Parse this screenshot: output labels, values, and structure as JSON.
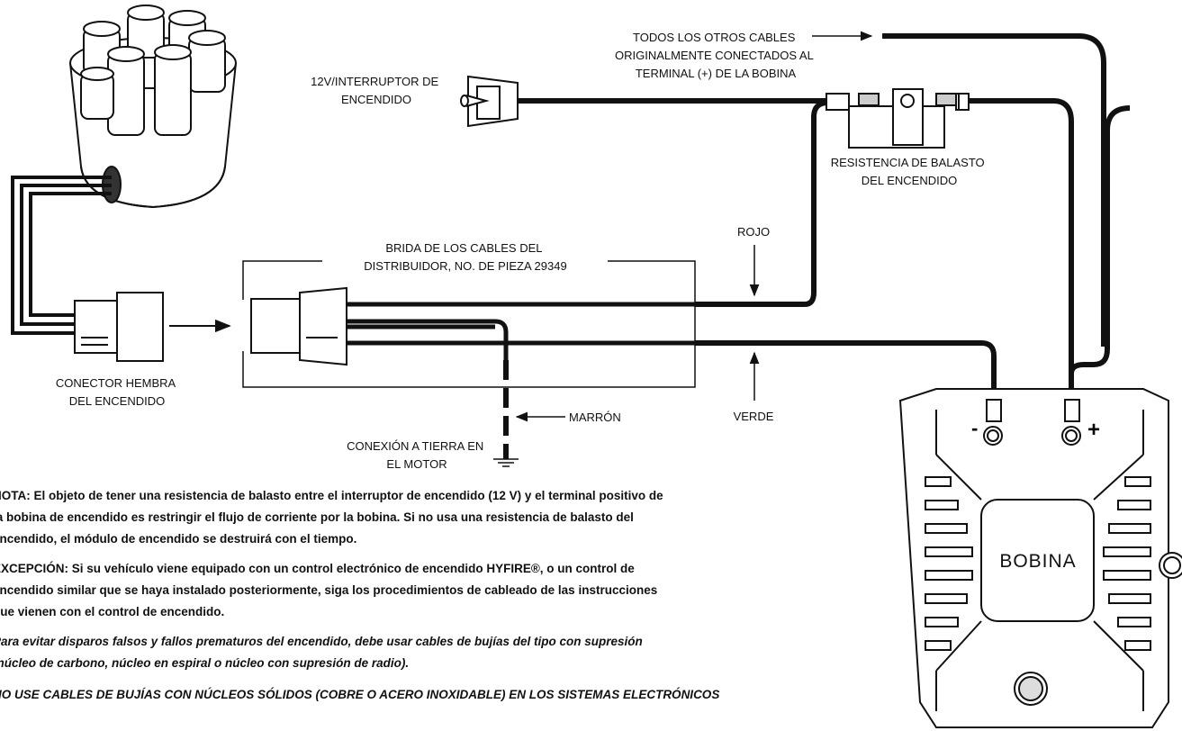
{
  "labels": {
    "todos_line1": "TODOS LOS OTROS CABLES",
    "todos_line2": "ORIGINALMENTE CONECTADOS AL",
    "todos_line3": "TERMINAL (+) DE LA BOBINA",
    "interruptor_line1": "12V/INTERRUPTOR DE",
    "interruptor_line2": "ENCENDIDO",
    "resistencia_line1": "RESISTENCIA DE BALASTO",
    "resistencia_line2": "DEL ENCENDIDO",
    "brida_line1": "BRIDA DE LOS CABLES DEL",
    "brida_line2": "DISTRIBUIDOR, NO. DE PIEZA 29349",
    "rojo": "ROJO",
    "verde": "VERDE",
    "marron": "MARRÓN",
    "conector_line1": "CONECTOR HEMBRA",
    "conector_line2": "DEL ENCENDIDO",
    "tierra_line1": "CONEXIÓN A TIERRA EN",
    "tierra_line2": "EL MOTOR",
    "bobina": "BOBINA",
    "minus_sign": "-",
    "plus_sign": "+"
  },
  "notes": {
    "nota_line1": "NOTA: El objeto de tener una resistencia de balasto entre el interruptor de encendido (12 V) y el terminal positivo de",
    "nota_line2": "la bobina de encendido es restringir el flujo de corriente por la bobina.  Si no usa una resistencia de balasto del",
    "nota_line3": "encendido, el módulo de encendido se destruirá con el tiempo.",
    "excepcion_line1": "EXCEPCIÓN: Si su vehículo viene equipado con un control electrónico de encendido HYFIRE®, o un control de",
    "excepcion_line2": "encendido similar que se haya instalado posteriormente, siga los procedimientos de cableado de las instrucciones",
    "excepcion_line3": "que vienen con el control de encendido.",
    "para_line1": "Para evitar disparos falsos y fallos prematuros del encendido, debe usar cables de bujías del tipo con supresión",
    "para_line2": "(núcleo de carbono, núcleo en espiral o núcleo con supresión de radio).",
    "nouse_line1": "NO USE CABLES DE BUJÍAS CON NÚCLEOS SÓLIDOS (COBRE O ACERO INOXIDABLE) EN LOS SISTEMAS ELECTRÓNICOS"
  }
}
